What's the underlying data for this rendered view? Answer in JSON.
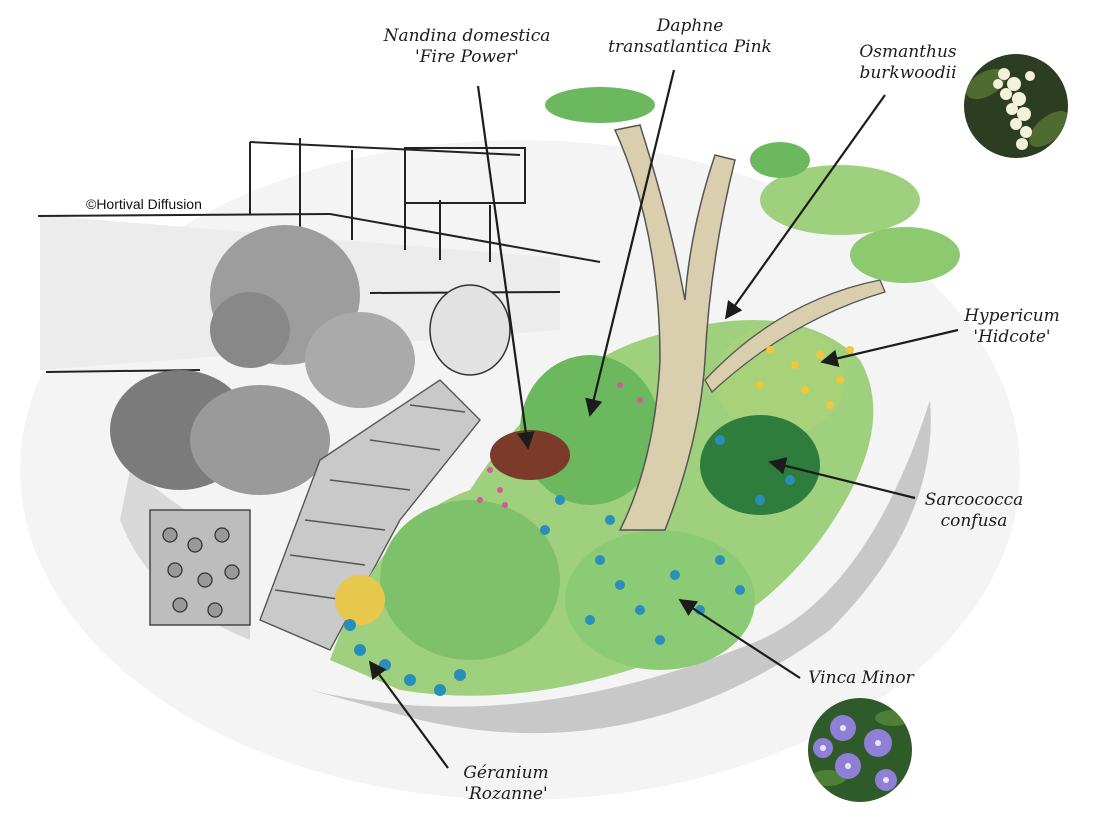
{
  "credit": "©Hortival Diffusion",
  "labels": {
    "nandina": {
      "line1": "Nandina domestica",
      "line2": "'Fire Power'"
    },
    "daphne": {
      "line1": "Daphne",
      "line2": "transatlantica Pink"
    },
    "osmanthus": {
      "line1": "Osmanthus",
      "line2": "burkwoodii"
    },
    "hypericum": {
      "line1": "Hypericum",
      "line2": "'Hidcote'"
    },
    "sarcococca": {
      "line1": "Sarcococca",
      "line2": "confusa"
    },
    "vinca": {
      "line1": "Vinca Minor"
    },
    "geranium": {
      "line1": "Géranium",
      "line2": "'Rozanne'"
    }
  },
  "photos": {
    "osmanthus": "osmanthus-flower-photo",
    "vinca": "vinca-flower-photo"
  },
  "colors": {
    "ink": "#1c1c1c",
    "foliage_light": "#9fd07e",
    "foliage_mid": "#63b35c",
    "foliage_dark": "#2f7d3c",
    "blue_flower": "#2a8fb8",
    "yellow_flower": "#f2c53a",
    "pink_flower": "#d05a9a",
    "trunk": "#d9cfae",
    "grey_wash": "#9a9a9a",
    "vinca_purple": "#8f7fd6"
  }
}
